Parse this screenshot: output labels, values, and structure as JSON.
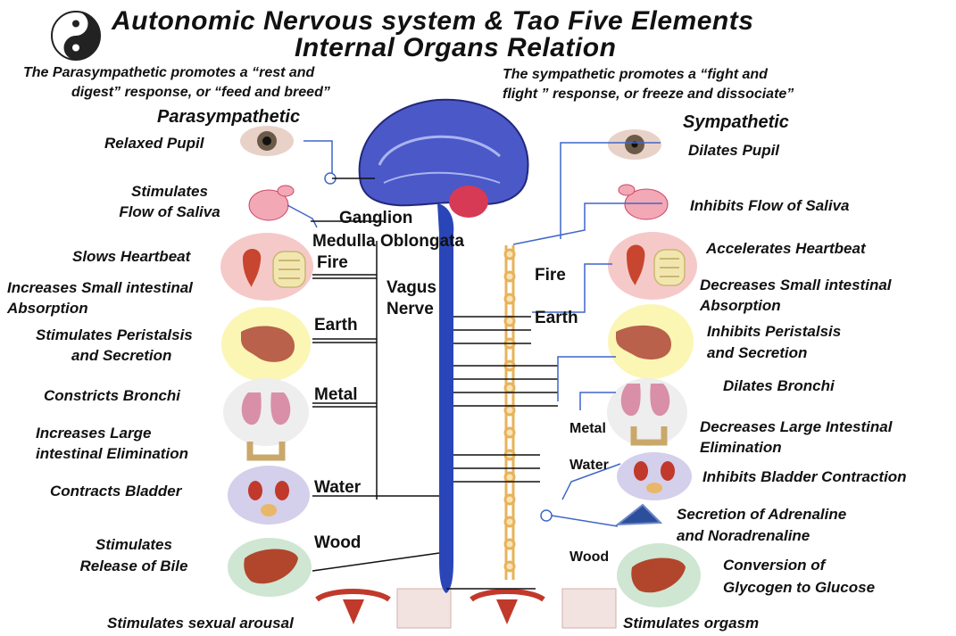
{
  "title": {
    "line1": "Autonomic Nervous system & Tao Five Elements",
    "line2": "Internal Organs  Relation"
  },
  "intro": {
    "left_line1": "The Parasympathetic promotes a “rest and",
    "left_line2": "digest” response, or “feed and breed”",
    "right_line1": "The sympathetic promotes a “fight and",
    "right_line2": "flight ” response, or freeze and dissociate”"
  },
  "headers": {
    "left": "Parasympathetic",
    "right": "Sympathetic"
  },
  "center": {
    "ganglion": "Ganglion",
    "medulla": "Medulla Oblongata",
    "vagus": "Vagus",
    "nerve": "Nerve"
  },
  "elements_left": {
    "fire": "Fire",
    "earth": "Earth",
    "metal": "Metal",
    "water": "Water",
    "wood": "Wood"
  },
  "elements_right": {
    "fire": "Fire",
    "earth": "Earth",
    "metal": "Metal",
    "water": "Water",
    "wood": "Wood"
  },
  "para": {
    "pupil": "Relaxed Pupil",
    "saliva_1": "Stimulates",
    "saliva_2": "Flow of Saliva",
    "heart": "Slows Heartbeat",
    "small_int_1": "Increases  Small intestinal",
    "small_int_2": "Absorption",
    "peri_1": "Stimulates Peristalsis",
    "peri_2": "and Secretion",
    "bronchi": "Constricts Bronchi",
    "large_1": "Increases  Large",
    "large_2": "intestinal Elimination",
    "bladder": "Contracts Bladder",
    "bile_1": "Stimulates",
    "bile_2": "Release of Bile",
    "sexual": "Stimulates sexual arousal"
  },
  "symp": {
    "pupil": "Dilates Pupil",
    "saliva": "Inhibits Flow of Saliva",
    "heart": "Accelerates Heartbeat",
    "small_int_1": "Decreases Small intestinal",
    "small_int_2": "Absorption",
    "peri_1": "Inhibits Peristalsis",
    "peri_2": "and Secretion",
    "bronchi": "Dilates Bronchi",
    "large_1": "Decreases  Large Intestinal",
    "large_2": "Elimination",
    "bladder": "Inhibits Bladder Contraction",
    "adrenal_1": "Secretion of Adrenaline",
    "adrenal_2": "and Noradrenaline",
    "glycogen_1": "Conversion of",
    "glycogen_2": "Glycogen to Glucose",
    "orgasm": "Stimulates orgasm"
  },
  "icons": [
    "yin-yang-icon",
    "eye-icon",
    "salivary-gland-icon",
    "heart-icon",
    "intestine-icon",
    "stomach-icon",
    "lungs-icon",
    "kidney-bladder-icon",
    "liver-icon",
    "adrenal-gland-icon",
    "uterus-icon",
    "pelvis-icon",
    "brain-icon",
    "spinal-cord-icon"
  ],
  "colors": {
    "fire_circle": "#f6c9c9",
    "earth_circle": "#fbf6b4",
    "metal_circle": "#eeeeee",
    "water_circle": "#d4cfeb",
    "wood_circle": "#cfe6d2",
    "brain": "#4b58c8",
    "cerebellum": "#d63a55",
    "spine": "#2a45b8",
    "sympathetic_chain": "#e7b35a",
    "nerve_line": "#3f66c9"
  }
}
